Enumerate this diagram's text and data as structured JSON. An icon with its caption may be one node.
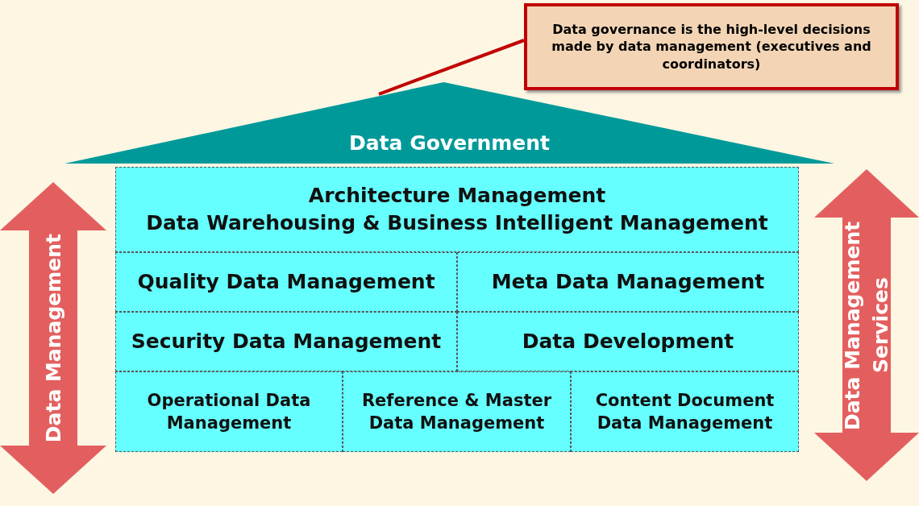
{
  "diagram": {
    "nodes": [
      {
        "text": [
          "Data governance is the high-level decisions made by data management (executives and coordinators)"
        ]
      },
      {
        "text": [
          "Data Government"
        ]
      },
      {
        "text": [
          "Architecture Management",
          "Data Warehousing & Business Intelligent Management"
        ]
      },
      {
        "text": [
          "Quality Data Management"
        ]
      },
      {
        "text": [
          "Meta Data Management"
        ]
      },
      {
        "text": [
          "Security Data Management"
        ]
      },
      {
        "text": [
          "Data Development"
        ]
      },
      {
        "text": [
          "Operational Data Management"
        ]
      },
      {
        "text": [
          "Reference & Master Data Management"
        ]
      },
      {
        "text": [
          "Content Document Data Management"
        ]
      },
      {
        "text": [
          "Data Management"
        ]
      },
      {
        "text": [
          "Data Management Services"
        ]
      }
    ],
    "edges": [
      {
        "from": 0,
        "to": 1,
        "arrow": "none"
      }
    ]
  }
}
